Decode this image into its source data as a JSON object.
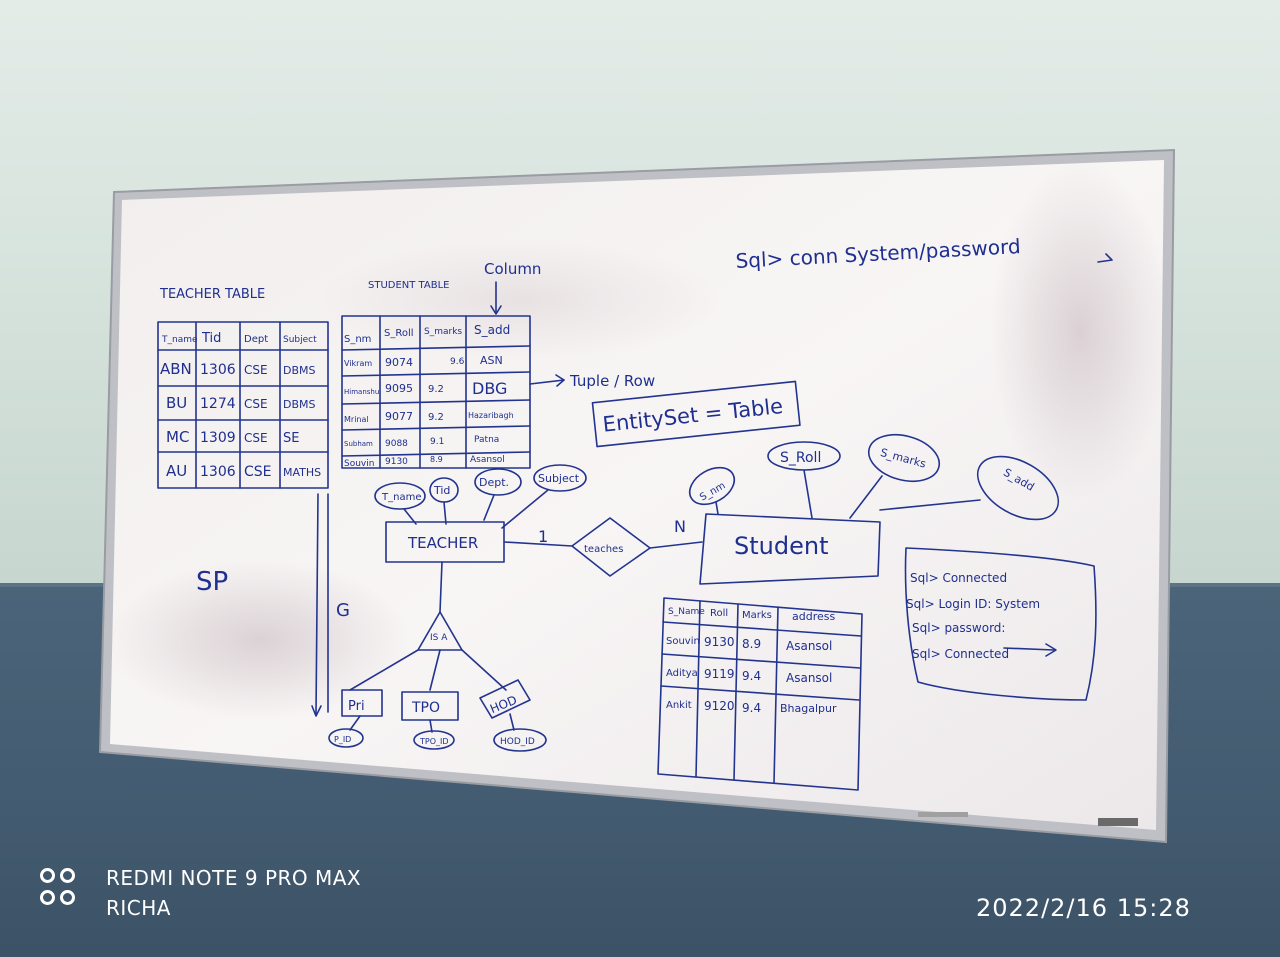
{
  "whiteboard": {
    "teacher_table": {
      "title": "TEACHER TABLE",
      "headers": [
        "T_name",
        "Tid",
        "Dept",
        "Subject"
      ],
      "rows": [
        [
          "ABN",
          "1306",
          "CSE",
          "DBMS"
        ],
        [
          "BU",
          "1274",
          "CSE",
          "DBMS"
        ],
        [
          "MC",
          "1309",
          "CSE",
          "SE"
        ],
        [
          "AU",
          "1306",
          "CSE",
          "MATHS"
        ]
      ]
    },
    "student_table": {
      "title": "STUDENT TABLE",
      "column_note": "Column",
      "headers": [
        "S_nm",
        "S_Roll",
        "S_marks",
        "S_add"
      ],
      "rows": [
        [
          "Vikram",
          "9074",
          "9.6",
          "ASN"
        ],
        [
          "Himanshu",
          "9095",
          "9.2",
          "DBG"
        ],
        [
          "Mrinal",
          "9077",
          "9.2",
          "Hazaribagh"
        ],
        [
          "Subham",
          "9088",
          "9.1",
          "Patna"
        ],
        [
          "Souvin",
          "9130",
          "8.9",
          "Asansol"
        ]
      ],
      "row_note": "Tuple / Row"
    },
    "entity_note": "EntitySet = Table",
    "command_top": "Sql> conn System/password",
    "er_diagram": {
      "teacher_entity": "TEACHER",
      "teacher_attributes": [
        "T_name",
        "Tid",
        "Dept.",
        "Subject"
      ],
      "relationship": "teaches",
      "card_left": "1",
      "card_right": "N",
      "student_entity": "Student",
      "student_attributes": [
        "S_nm",
        "S_Roll",
        "S_marks",
        "S_add"
      ],
      "isa_label": "IS A",
      "subtypes": [
        "Pri",
        "TPO",
        "HOD"
      ],
      "subtype_keys": [
        "P_ID",
        "TPO_ID",
        "HOD_ID"
      ]
    },
    "side_notes": [
      "SP",
      "G"
    ],
    "marks_table": {
      "headers": [
        "S_Name",
        "Roll",
        "Marks",
        "address"
      ],
      "rows": [
        [
          "Souvin",
          "9130",
          "8.9",
          "Asansol"
        ],
        [
          "Aditya",
          "9119",
          "9.4",
          "Asansol"
        ],
        [
          "Ankit",
          "9120",
          "9.4",
          "Bhagalpur"
        ]
      ]
    },
    "console_box": [
      "Sql> Connected",
      "Sql> Login ID: System",
      "Sql> password:",
      "Sql> Connected"
    ]
  },
  "watermark": {
    "device": "REDMI NOTE 9 PRO MAX",
    "owner": "RICHA",
    "timestamp": "2022/2/16 15:28"
  },
  "colors": {
    "ink": "#23348f",
    "wall": "#d4e1db",
    "wall_lower": "#435b70",
    "board": "#f4f0f0",
    "frame": "#c8c8cc"
  }
}
